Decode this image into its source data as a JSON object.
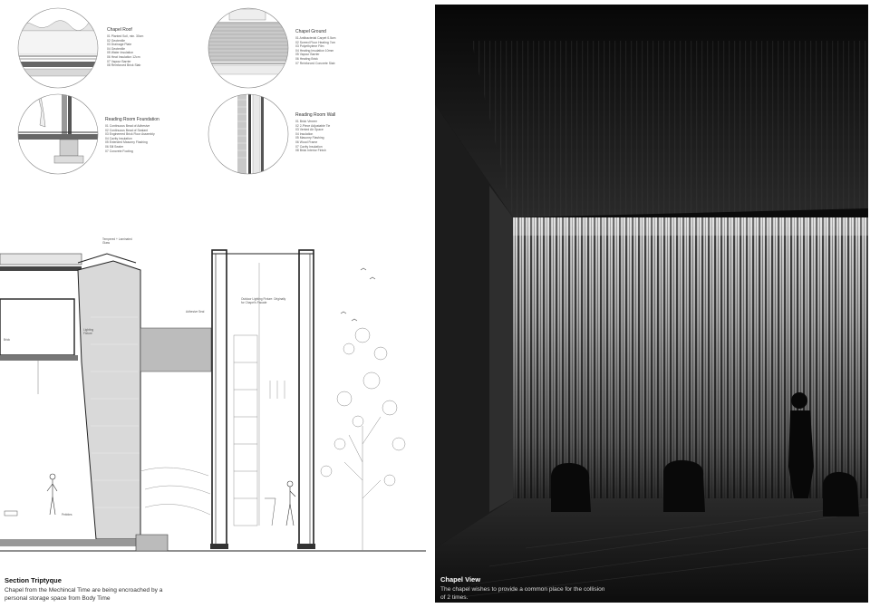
{
  "details": [
    {
      "title": "Chapel Roof",
      "items": [
        "01 Planted Soil, min. 30cm",
        "02 Geotextile",
        "03 Drainage Plate",
        "04 Geotextile",
        "05 Water Insulation",
        "06 Heat Insulation 12cm",
        "07 Vapour Barrier",
        "08 Reinforced Brick Slab"
      ]
    },
    {
      "title": "Chapel Ground",
      "items": [
        "01 Antibacterial Carpet 0.5cm",
        "02 Screed Floor Heating 7cm",
        "03 Polyethylene Film",
        "04 Heating Insulation 10mm",
        "05 Vapour Barrier",
        "06 Heating Brick",
        "07 Reinforced Concrete Slab"
      ]
    },
    {
      "title": "Reading Room Foundation",
      "items": [
        "01 Continuous Bead of Adhesive",
        "02 Continuous Bead of Sealant",
        "03 Engineered Brick Floor Assembly",
        "04 Cavity Insulation",
        "05 Extended Masonry Flashing",
        "06 Sill Sealer",
        "07 Concrete Footing"
      ]
    },
    {
      "title": "Reading Room Wall",
      "items": [
        "01 Brick Veneer",
        "02 2-Piece Adjustable Tie",
        "03 Vented Air Space",
        "04 Insulation",
        "05 Masonry Flashing",
        "06 Wood Frame",
        "07 Cavity Insulation",
        "08 Brick Interior Finish"
      ]
    }
  ],
  "section_labels": {
    "tempered_glass": "Tempered + Laminated Glass",
    "lighting_fixture": "Lighting Fixture",
    "brick": "Brick",
    "pebbles": "Pebbles",
    "adhesive_seal": "Adhesive Seal",
    "outdoor_lighting": "Outdoor Lighting Fixture: Originally for Chapel's Facade"
  },
  "left_caption": {
    "title": "Section Triptyque",
    "text": "Chapel from the Mechincal Time are being encroached by a personal storage space from Body Time"
  },
  "right_caption": {
    "title": "Chapel View",
    "text": "The chapel wishes to provide a common place for the collision of 2 times."
  }
}
